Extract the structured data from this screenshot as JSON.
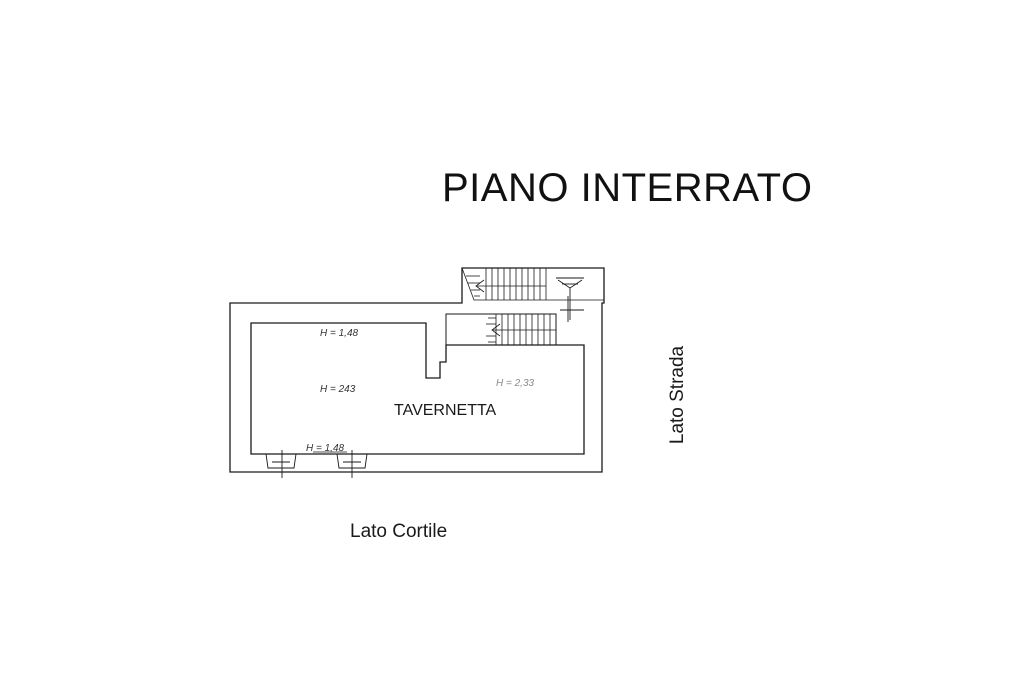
{
  "title": "PIANO INTERRATO",
  "room": {
    "name": "TAVERNETTA"
  },
  "heights": {
    "top": "H = 1,48",
    "middle_left": "H = 243",
    "middle_right": "H = 2,33",
    "bottom": "H = 1,48"
  },
  "sides": {
    "courtyard": "Lato Cortile",
    "street": "Lato Strada"
  },
  "colors": {
    "line": "#1a1a1a",
    "background": "#ffffff"
  }
}
